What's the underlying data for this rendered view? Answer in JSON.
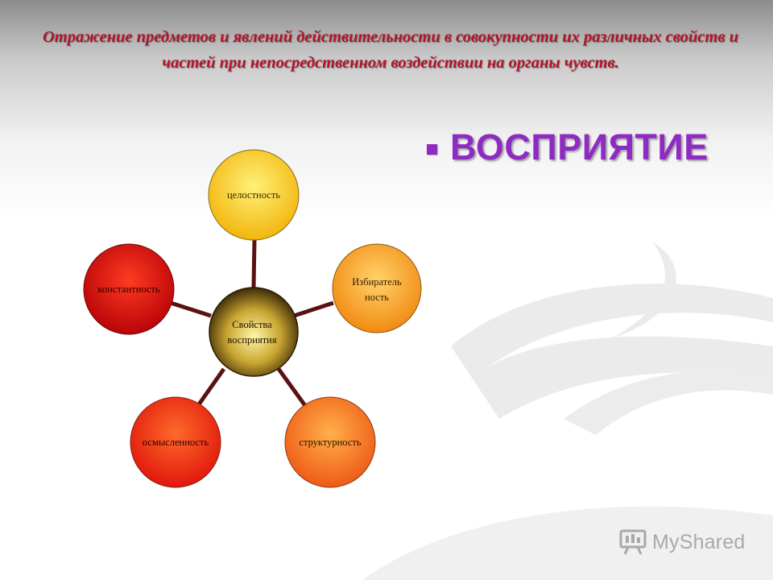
{
  "slide": {
    "title": "Отражение предметов и явлений действительности в совокупности их различных свойств и частей при непосредственном воздействии на органы чувств.",
    "heading": "ВОСПРИЯТИЕ",
    "accent_color": "#8e2bc3",
    "title_color": "#b0162a"
  },
  "diagram": {
    "center": {
      "label_line1": "Свойства",
      "label_line2": "восприятия",
      "color": "#3d2a08"
    },
    "nodes": [
      {
        "id": "integrity",
        "line1": "целостность",
        "line2": "",
        "color": "#f5c21a"
      },
      {
        "id": "selectivity",
        "line1": "Избиратель",
        "line2": "ность",
        "color": "#f59a1c"
      },
      {
        "id": "structure",
        "line1": "структурность",
        "line2": "",
        "color": "#f26a1b"
      },
      {
        "id": "meaningfulness",
        "line1": "осмысленность",
        "line2": "",
        "color": "#e8210f"
      },
      {
        "id": "constancy",
        "line1": "константность",
        "line2": "",
        "color": "#c8070b"
      }
    ],
    "connector_color": "#5c1111"
  },
  "watermark": {
    "text": "MyShared",
    "icon": "presentation-board-icon"
  }
}
